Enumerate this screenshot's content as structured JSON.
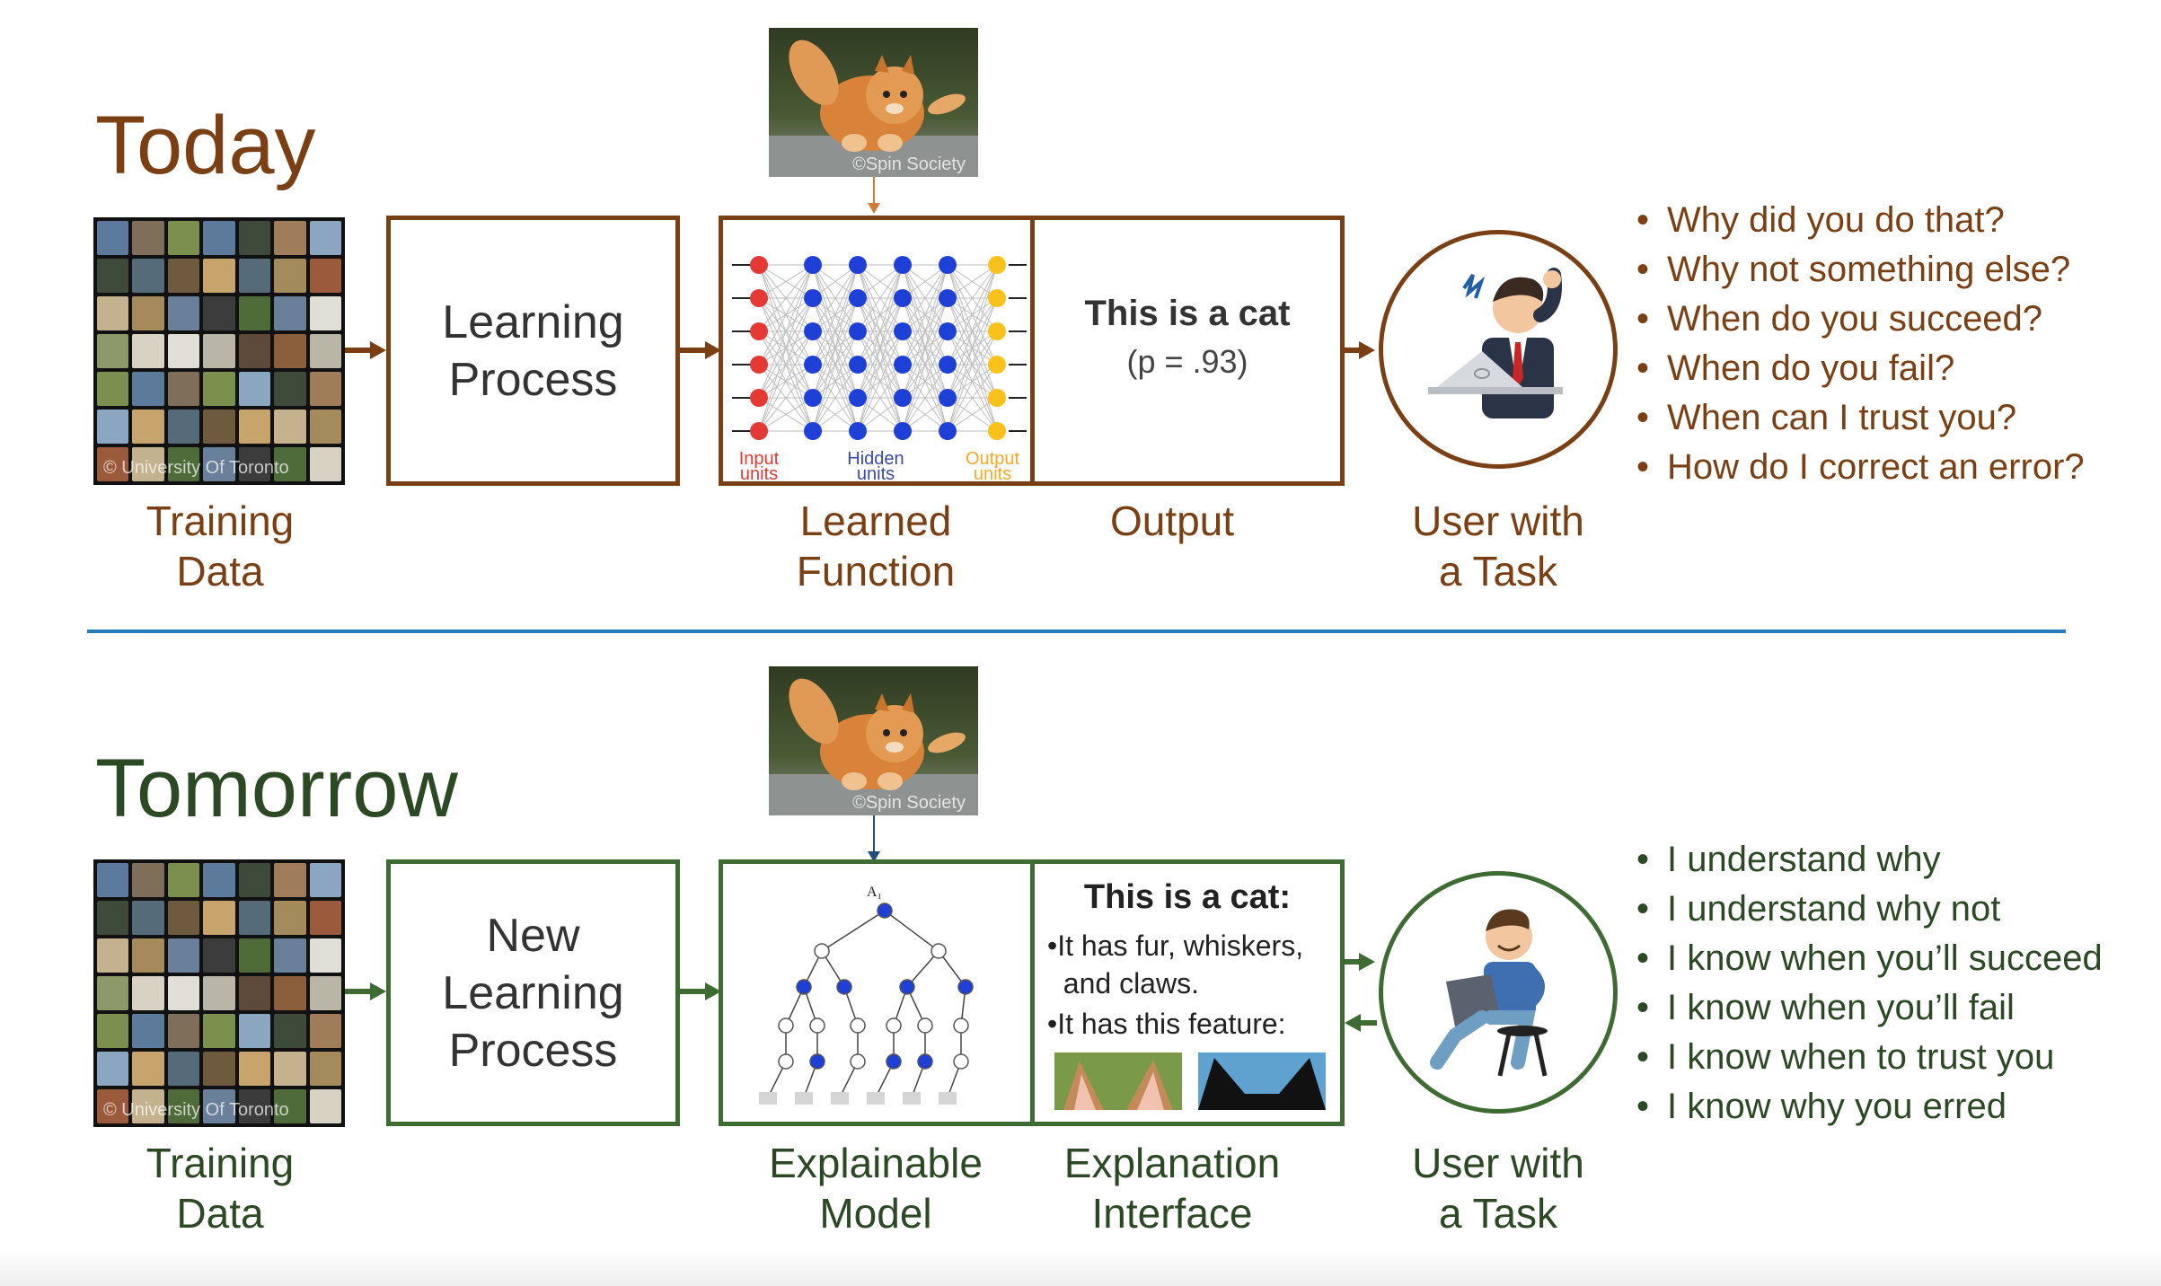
{
  "today": {
    "heading": "Today",
    "learning_box": "Learning\nProcess",
    "output_title": "This is a cat",
    "output_prob": "(p = .93)",
    "captions": {
      "training": "Training\nData",
      "function": "Learned\nFunction",
      "output": "Output",
      "user": "User with\na Task"
    },
    "nn_labels": {
      "input": "Input\nunits",
      "hidden": "Hidden\nunits",
      "output": "Output\nunits"
    },
    "questions": [
      "Why did you do that?",
      "Why not something else?",
      "When do you succeed?",
      "When do you fail?",
      "When can I trust you?",
      "How do I correct an error?"
    ]
  },
  "tomorrow": {
    "heading": "Tomorrow",
    "learning_box": "New\nLearning\nProcess",
    "expl_title": "This is a cat:",
    "expl_bullet1": "•It has fur, whiskers,\n  and claws.",
    "expl_bullet2": "•It has this feature:",
    "tree_root": "A₁",
    "captions": {
      "training": "Training\nData",
      "model": "Explainable\nModel",
      "interface": "Explanation\nInterface",
      "user": "User with\na Task"
    },
    "answers": [
      "I understand why",
      "I understand why not",
      "I know when you’ll succeed",
      "I know when you’ll fail",
      "I know when to trust you",
      "I know why you erred"
    ]
  },
  "watermarks": {
    "dataset": "© University Of Toronto",
    "cat": "©Spin Society"
  },
  "colors": {
    "today": "#7b3f14",
    "tomorrow": "#2b4a23",
    "divider": "#2a7bbd"
  }
}
